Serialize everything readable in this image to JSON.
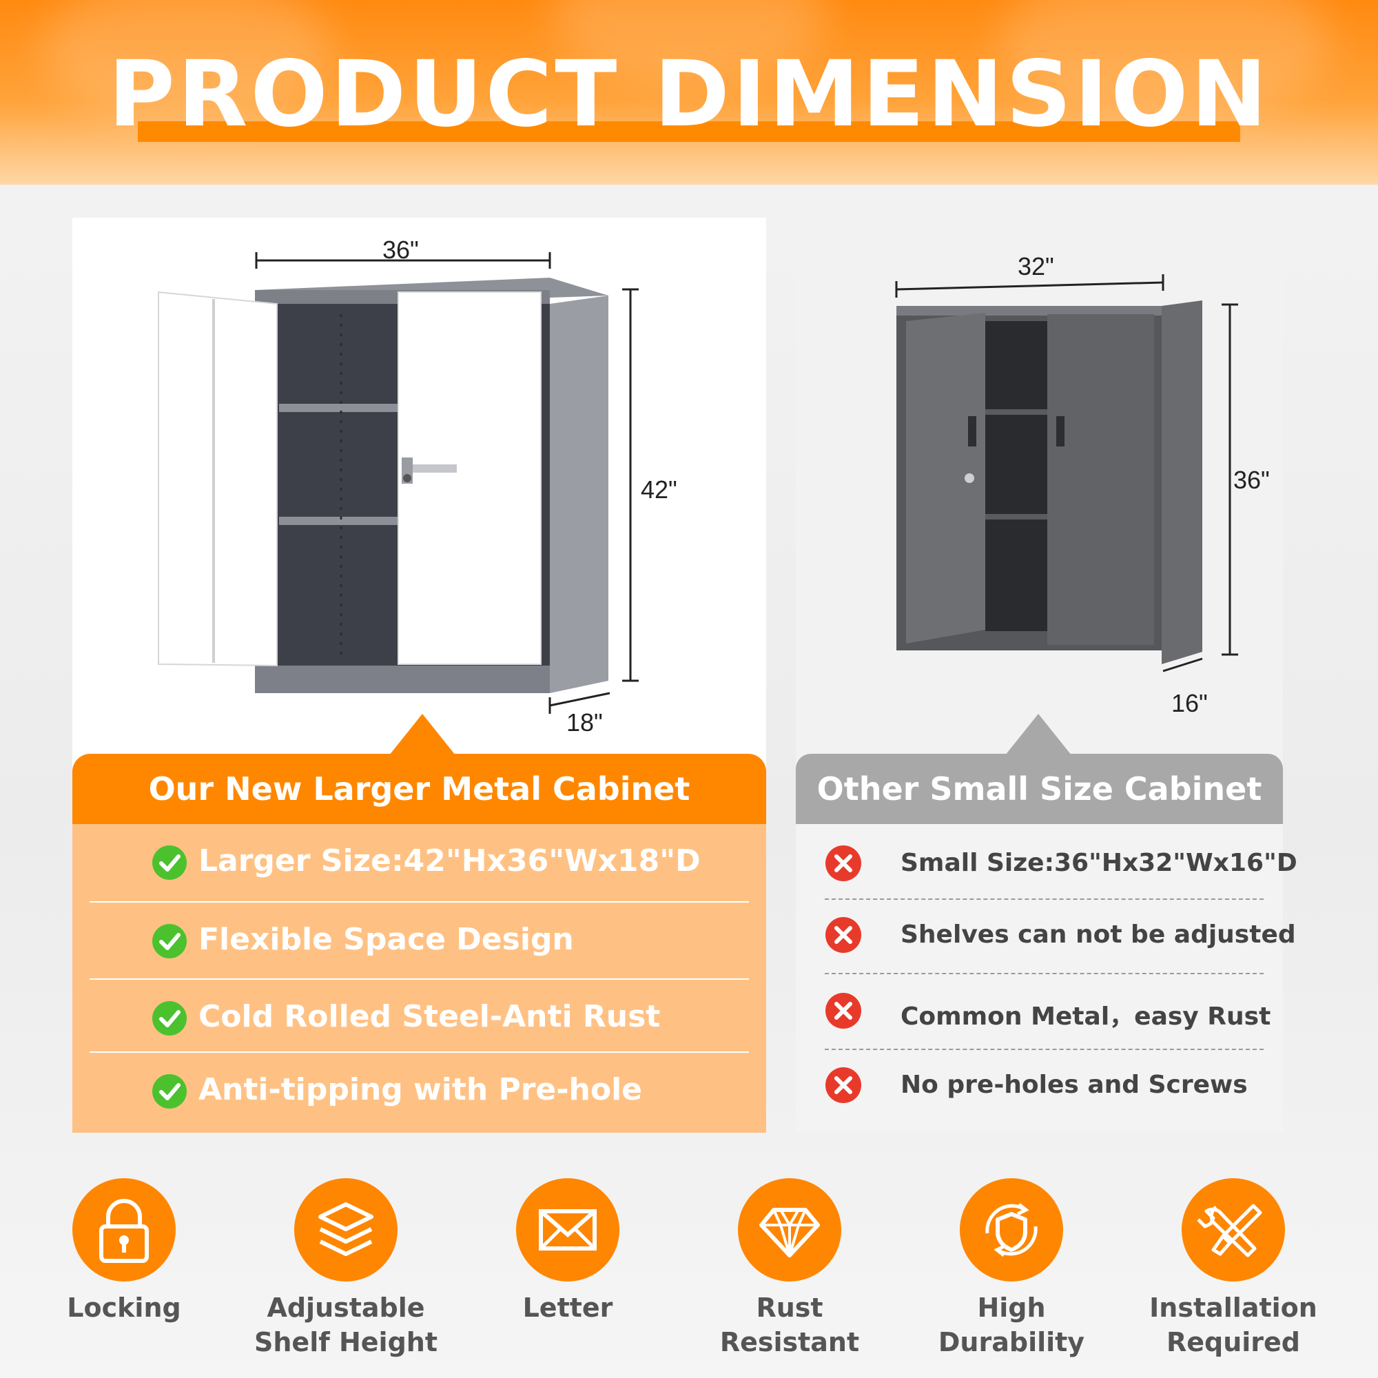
{
  "banner": {
    "title": "PRODUCT DIMENSION"
  },
  "left_product": {
    "dims": {
      "width": "36\"",
      "height": "42\"",
      "depth": "18\""
    },
    "header": "Our New Larger Metal Cabinet",
    "features": [
      "Larger Size:42\"Hx36\"Wx18\"D",
      "Flexible Space Design",
      "Cold Rolled Steel-Anti Rust",
      "Anti-tipping with Pre-hole"
    ]
  },
  "right_product": {
    "dims": {
      "width": "32\"",
      "height": "36\"",
      "depth": "16\""
    },
    "header": "Other Small Size Cabinet",
    "features": [
      "Small Size:36\"Hx32\"Wx16\"D",
      "Shelves can not be adjusted",
      "Common Metal，easy Rust",
      "No pre-holes and Screws"
    ]
  },
  "bottom_features": [
    {
      "icon": "lock-icon",
      "label": "Locking"
    },
    {
      "icon": "layers-icon",
      "label": "Adjustable\nShelf Height"
    },
    {
      "icon": "envelope-icon",
      "label": "Letter"
    },
    {
      "icon": "diamond-icon",
      "label": "Rust Resistant"
    },
    {
      "icon": "shield-cycle-icon",
      "label": "High Durability"
    },
    {
      "icon": "tools-icon",
      "label": "Installation\nRequired"
    }
  ],
  "colors": {
    "accent": "#ff8700",
    "accent_light": "#ffc183",
    "grey_header": "#a8a8a8",
    "check": "#4cc12e",
    "cross": "#e83a2a"
  }
}
